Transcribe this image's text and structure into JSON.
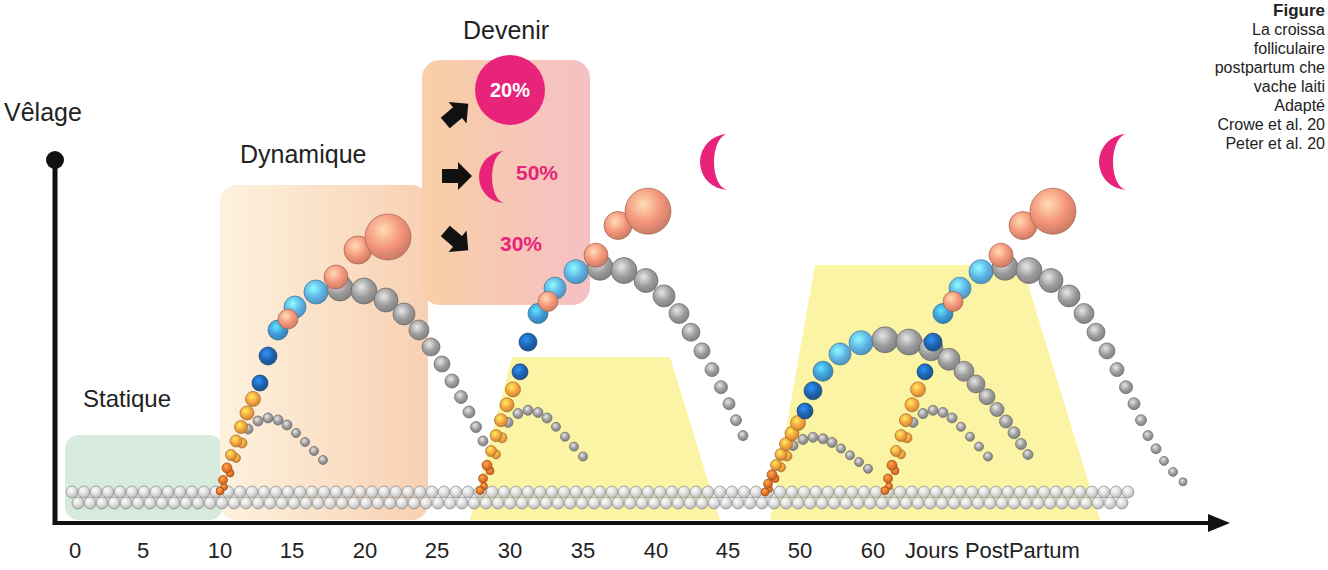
{
  "diagram": {
    "title": "Figure",
    "nodes": [
      {
        "text": [
          "Statique"
        ]
      },
      {
        "text": [
          "Dynamique"
        ]
      },
      {
        "text": [
          "Devenir"
        ]
      },
      {
        "text": [
          "20%"
        ],
        "in": 2
      }
    ],
    "labels": [
      "Vêlage",
      "50%",
      "30%",
      "0",
      "5",
      "10",
      "15",
      "20",
      "25",
      "30",
      "35",
      "40",
      "45",
      "50",
      "60",
      "Jours PostPartum",
      "La croissa",
      "folliculaire",
      "postpartum che",
      "vache laiti",
      "Adapté",
      "Crowe et al. 20",
      "Peter et al. 20"
    ]
  }
}
